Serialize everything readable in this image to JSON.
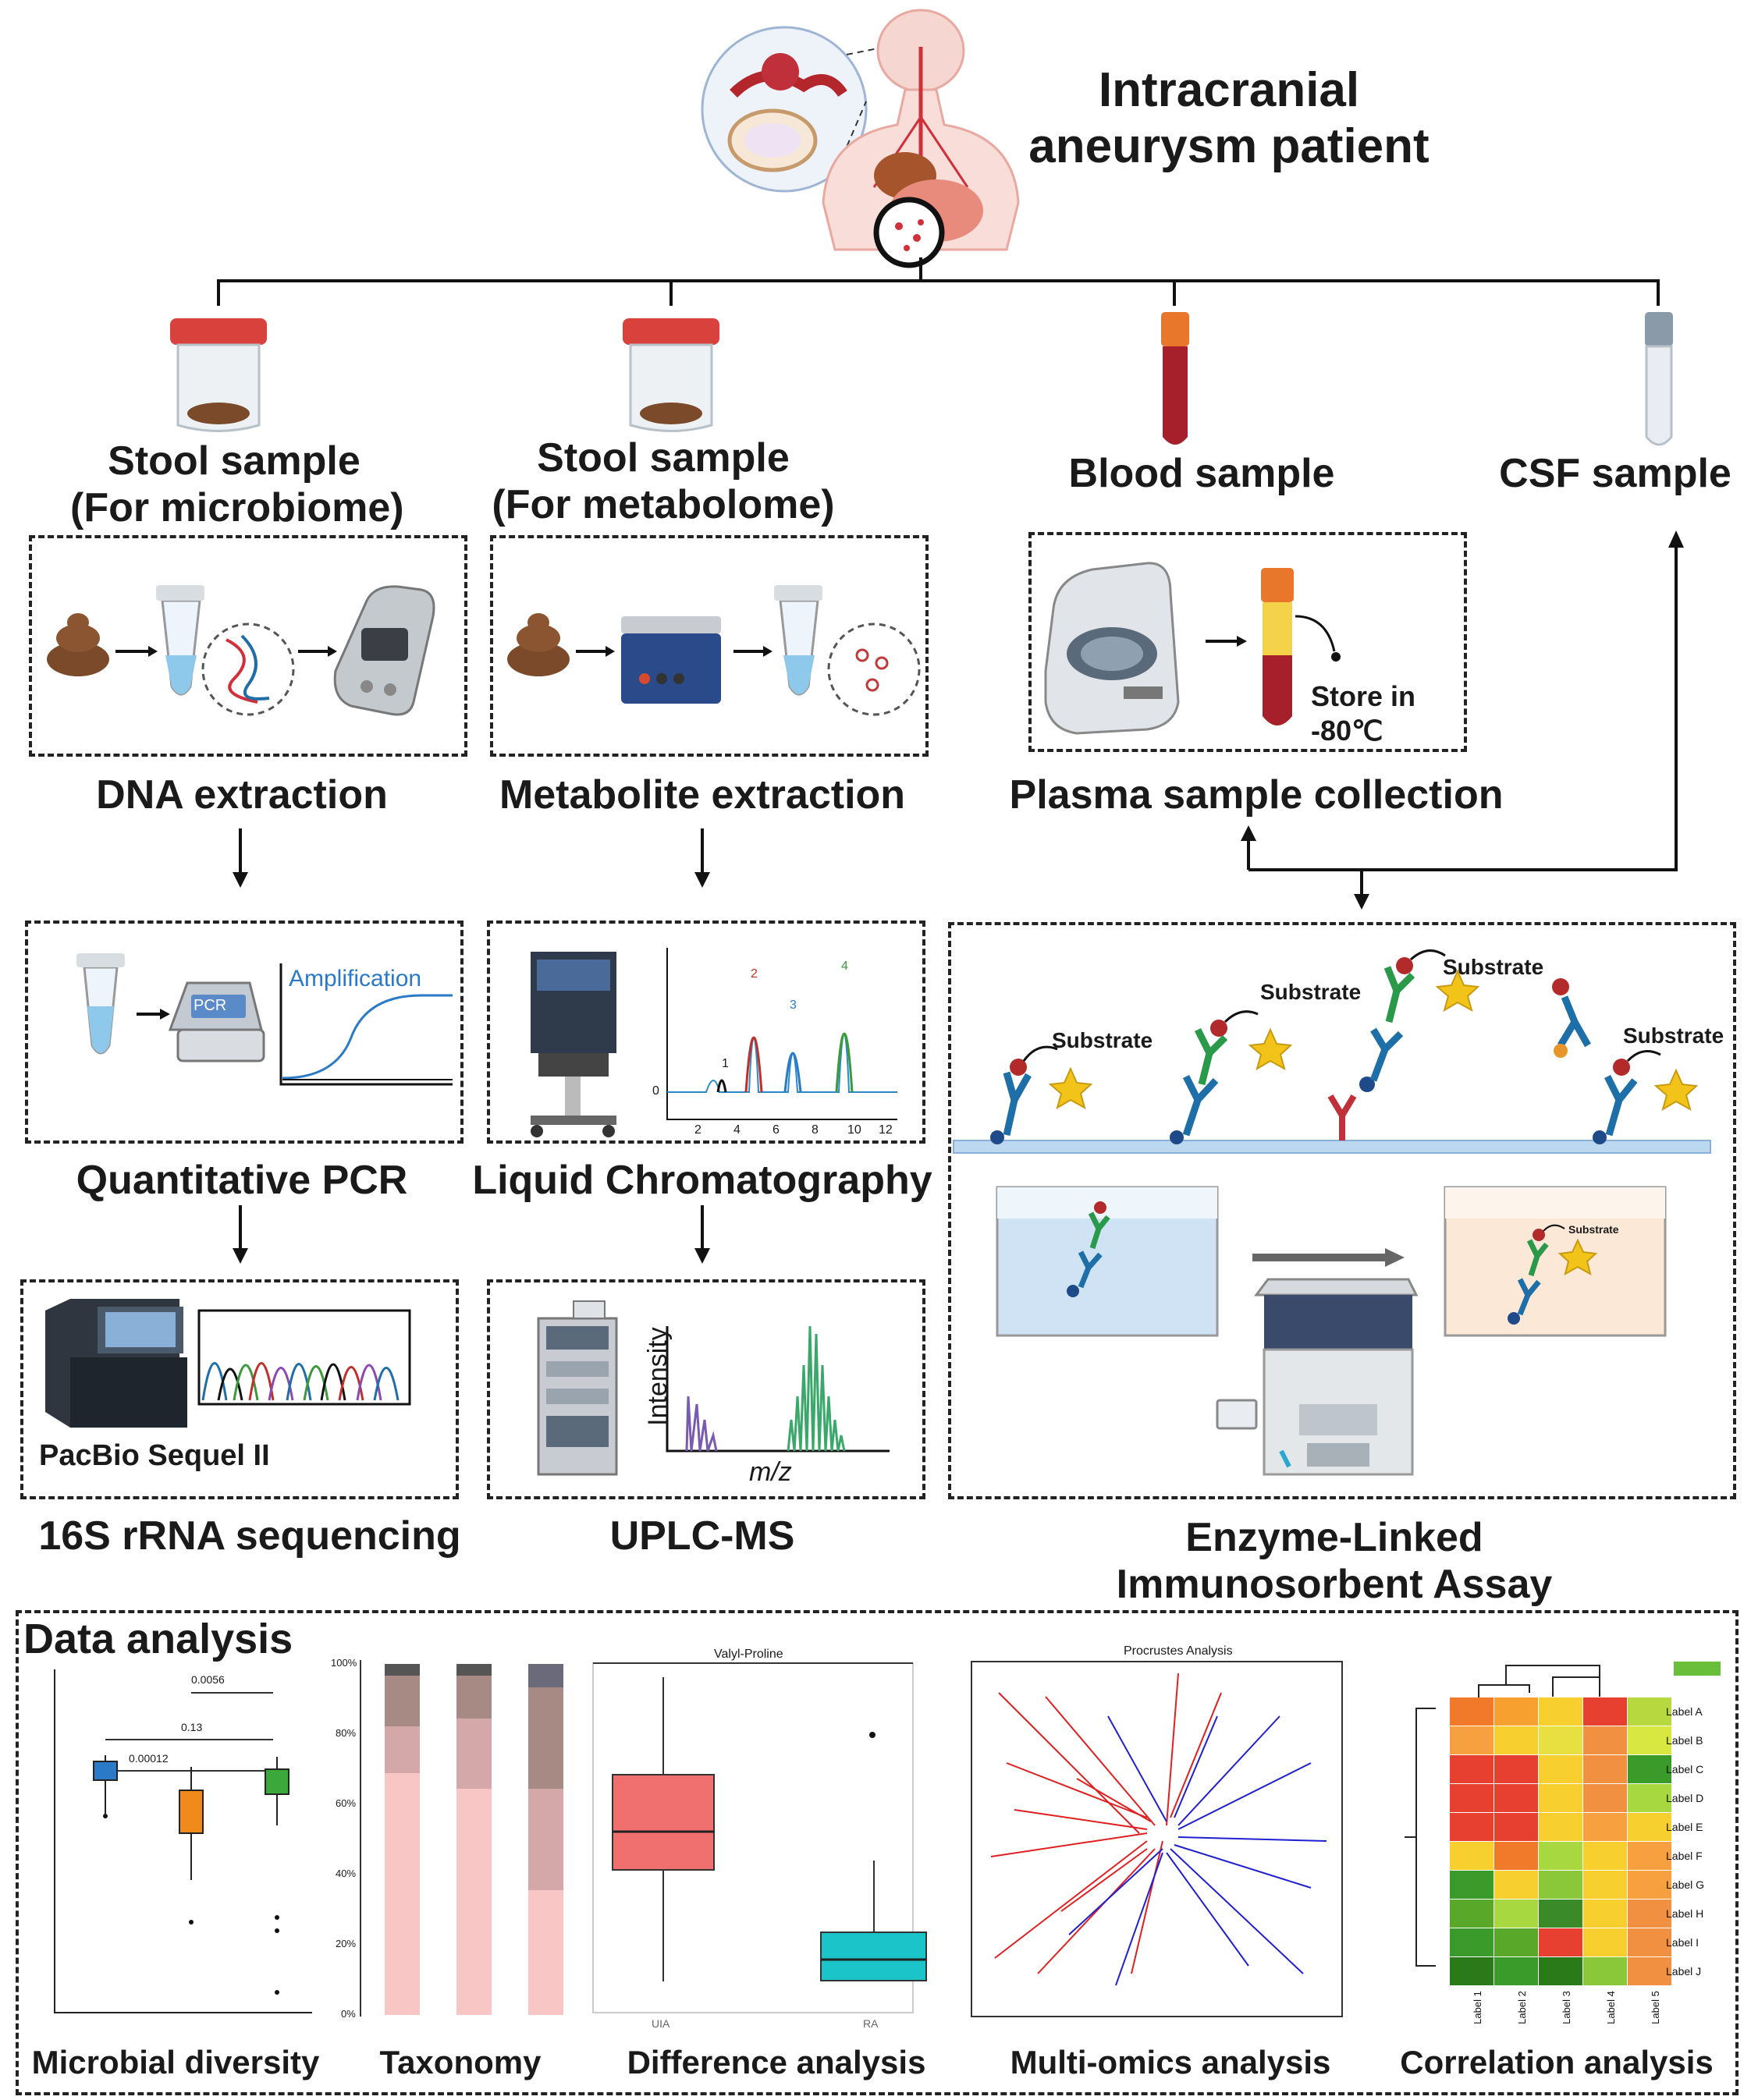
{
  "title": {
    "line1": "Intracranial",
    "line2": "aneurysm patient"
  },
  "samples": {
    "stool_micro": {
      "line1": "Stool sample",
      "line2": "(For microbiome)"
    },
    "stool_meta": {
      "line1": "Stool sample",
      "line2": "(For metabolome)"
    },
    "blood": "Blood sample",
    "csf": "CSF sample"
  },
  "steps": {
    "dna": "DNA extraction",
    "metabolite": "Metabolite extraction",
    "plasma": "Plasma sample collection",
    "qpcr": "Quantitative PCR",
    "lc": "Liquid Chromatography",
    "seq16s": "16S rRNA sequencing",
    "uplc": "UPLC-MS",
    "elisa": {
      "line1": "Enzyme-Linked",
      "line2": "Immunosorbent Assay"
    }
  },
  "annotations": {
    "store_line1": "Store in",
    "store_line2": "-80℃",
    "amplification": "Amplification",
    "pcr": "PCR",
    "pacbio": "PacBio Sequel II",
    "intensity": "Intensity",
    "mz": "m/z",
    "substrate": "Substrate",
    "lc_ticks": [
      "2",
      "4",
      "6",
      "8",
      "10",
      "12"
    ],
    "lc_zero": "0",
    "lc_peaks": [
      "1",
      "2",
      "3",
      "4"
    ]
  },
  "data_analysis": {
    "title": "Data  analysis",
    "panels": [
      "Microbial diversity",
      "Taxonomy",
      "Difference analysis",
      "Multi-omics analysis",
      "Correlation analysis"
    ],
    "diversity_pvals": [
      "0.0056",
      "0.13",
      "0.00012"
    ],
    "taxonomy_ticks": [
      "100%",
      "80%",
      "60%",
      "40%",
      "20%",
      "0%"
    ],
    "difference_title": "Valyl-Proline",
    "difference_groups": [
      "UIA",
      "RA"
    ],
    "procrustes_title": "Procrustes Analysis",
    "heatmap_rows": [
      "Label A",
      "Label B",
      "Label C",
      "Label D",
      "Label E",
      "Label F",
      "Label G",
      "Label H",
      "Label I",
      "Label J"
    ],
    "heatmap_cols": [
      "Label 1",
      "Label 2",
      "Label 3",
      "Label 4",
      "Label 5"
    ]
  },
  "colors": {
    "red_lid": "#d9413c",
    "stool": "#7a4a2a",
    "blood": "#a5202a",
    "tube_orange": "#e8762b",
    "ab_blue": "#1e6ea8",
    "ab_green": "#2a9a4a",
    "star": "#f2c41a"
  }
}
